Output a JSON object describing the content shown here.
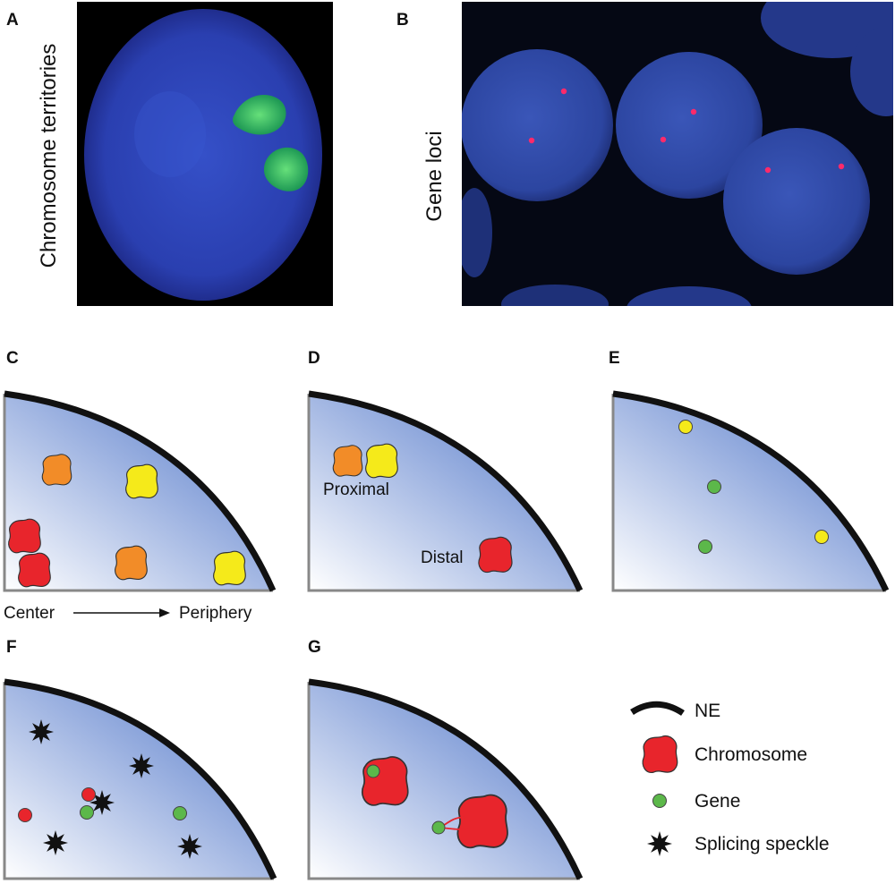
{
  "panels": {
    "A": {
      "letter": "A",
      "side_label": "Chromosome territories"
    },
    "B": {
      "letter": "B",
      "side_label": "Gene loci"
    },
    "C": {
      "letter": "C",
      "axis_start": "Center",
      "axis_end": "Periphery"
    },
    "D": {
      "letter": "D",
      "proximal_label": "Proximal",
      "distal_label": "Distal"
    },
    "E": {
      "letter": "E"
    },
    "F": {
      "letter": "F"
    },
    "G": {
      "letter": "G"
    }
  },
  "legend": [
    {
      "symbol": "ne-line",
      "label": "NE"
    },
    {
      "symbol": "chromosome-shape",
      "label": "Chromosome"
    },
    {
      "symbol": "gene-dot",
      "label": "Gene"
    },
    {
      "symbol": "splicing-speckle-star",
      "label": "Splicing speckle"
    }
  ],
  "colors": {
    "nucleus_gradient_light": "#ffffff",
    "nucleus_gradient_dark": "#4a72c4",
    "chromosome_red": "#e8252c",
    "chromosome_orange": "#f28c28",
    "chromosome_yellow": "#f5ea1a",
    "gene_green": "#5cb84a",
    "gene_yellow": "#f5ea1a",
    "speckle_black": "#111111",
    "micrograph_blue": "#2a3fb0",
    "territory_green": "#33cc44",
    "locus_magenta": "#ff2a6a"
  }
}
